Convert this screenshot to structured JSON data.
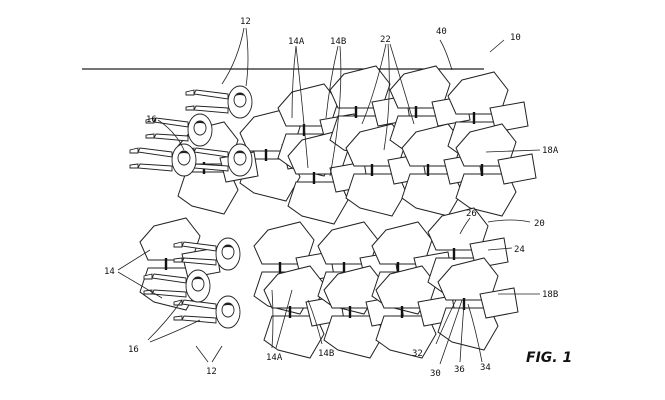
{
  "figure": {
    "caption": "FIG. 1",
    "reference_numerals": {
      "system": "10",
      "passenger": "12",
      "seat": "14",
      "seat_a": "14A",
      "seat_b": "14B",
      "passenger_lying": "16",
      "row_upper": "18A",
      "row_lower": "18B",
      "aisle": "20",
      "seat_unit": "22",
      "seat_back": "24",
      "seat_top": "26",
      "pivot": "30",
      "edge": "32",
      "link": "34",
      "joint": "36",
      "wall": "40"
    }
  }
}
